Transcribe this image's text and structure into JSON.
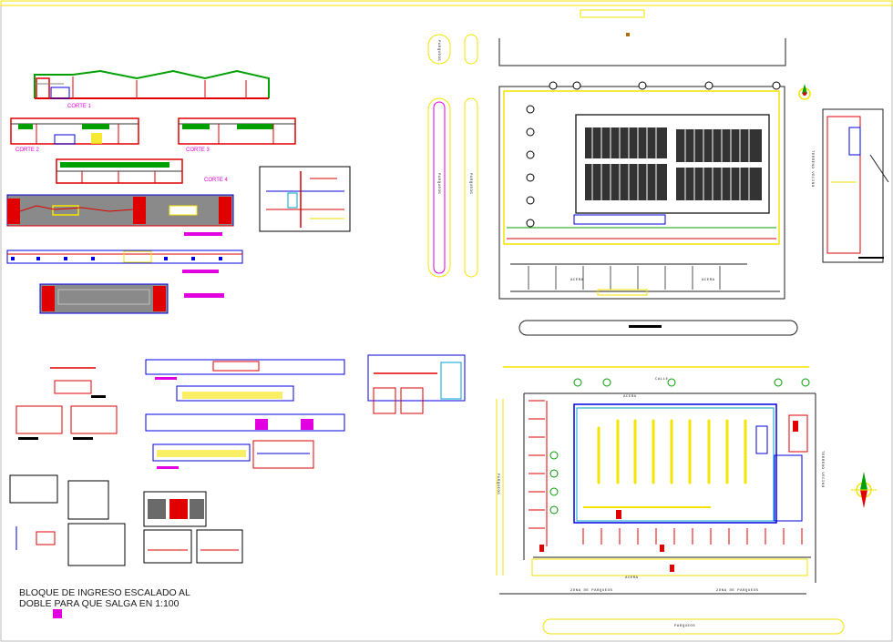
{
  "drawing": {
    "labels": {
      "corte1": "CORTE 1",
      "corte2": "CORTE 2",
      "corte3": "CORTE 3",
      "corte4": "CORTE 4"
    },
    "note": {
      "line1": "BLOQUE DE INGRESO ESCALADO AL",
      "line2": "DOBLE PARA QUE SALGA EN 1:100"
    },
    "plan_labels": {
      "calle": "CALLE",
      "acera": "ACERA",
      "parqueos": "PARQUEOS",
      "terreno_vecino": "TERRENO VECINO",
      "zona_parqueos": "ZONA DE PARQUEOS"
    },
    "colors": {
      "background": "#ffffff",
      "yellow": "#f5e400",
      "red": "#e00000",
      "magenta": "#e000e0",
      "blue": "#0000e0",
      "cyan": "#00a0d0",
      "green": "#00a000",
      "gray": "#808080",
      "black": "#000000"
    }
  }
}
